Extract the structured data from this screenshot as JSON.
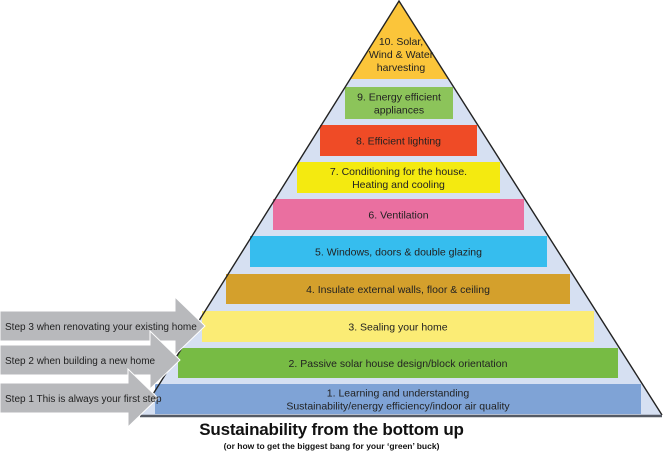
{
  "title": "Sustainability from the bottom up",
  "subtitle": "(or how to get the biggest bang for your ‘green’ buck)",
  "pyramid": {
    "background_color": "#d6e0f2",
    "outline_color": "#222222",
    "base_color": "#555a64",
    "levels": [
      {
        "number": 1,
        "lines": [
          "1. Learning and understanding",
          "Sustainability/energy efficiency/indoor air quality"
        ],
        "color": "#7fa3d6"
      },
      {
        "number": 2,
        "lines": [
          "2. Passive solar house design/block orientation"
        ],
        "color": "#77bb44"
      },
      {
        "number": 3,
        "lines": [
          "3. Sealing your home"
        ],
        "color": "#fbec75"
      },
      {
        "number": 4,
        "lines": [
          "4. Insulate external walls, floor & ceiling"
        ],
        "color": "#d4a02c"
      },
      {
        "number": 5,
        "lines": [
          "5. Windows, doors & double glazing"
        ],
        "color": "#36bdee"
      },
      {
        "number": 6,
        "lines": [
          "6. Ventilation"
        ],
        "color": "#ea6fa0"
      },
      {
        "number": 7,
        "lines": [
          "7. Conditioning for the house.",
          "Heating and cooling"
        ],
        "color": "#f4ea10"
      },
      {
        "number": 8,
        "lines": [
          "8. Efficient lighting"
        ],
        "color": "#ef4b26"
      },
      {
        "number": 9,
        "lines": [
          "9. Energy efficient",
          "appliances"
        ],
        "color": "#8cc45a"
      },
      {
        "number": 10,
        "lines": [
          "10. Solar,",
          "Wind & Water",
          "harvesting"
        ],
        "color": "#fbc53a"
      }
    ]
  },
  "steps": [
    {
      "label": "Step 3 when renovating your existing home",
      "target_level": 3
    },
    {
      "label": "Step 2 when building a new home",
      "target_level": 2
    },
    {
      "label": "Step 1 This is always your first step",
      "target_level": 1
    }
  ],
  "arrow_color": "#b8b9bc"
}
